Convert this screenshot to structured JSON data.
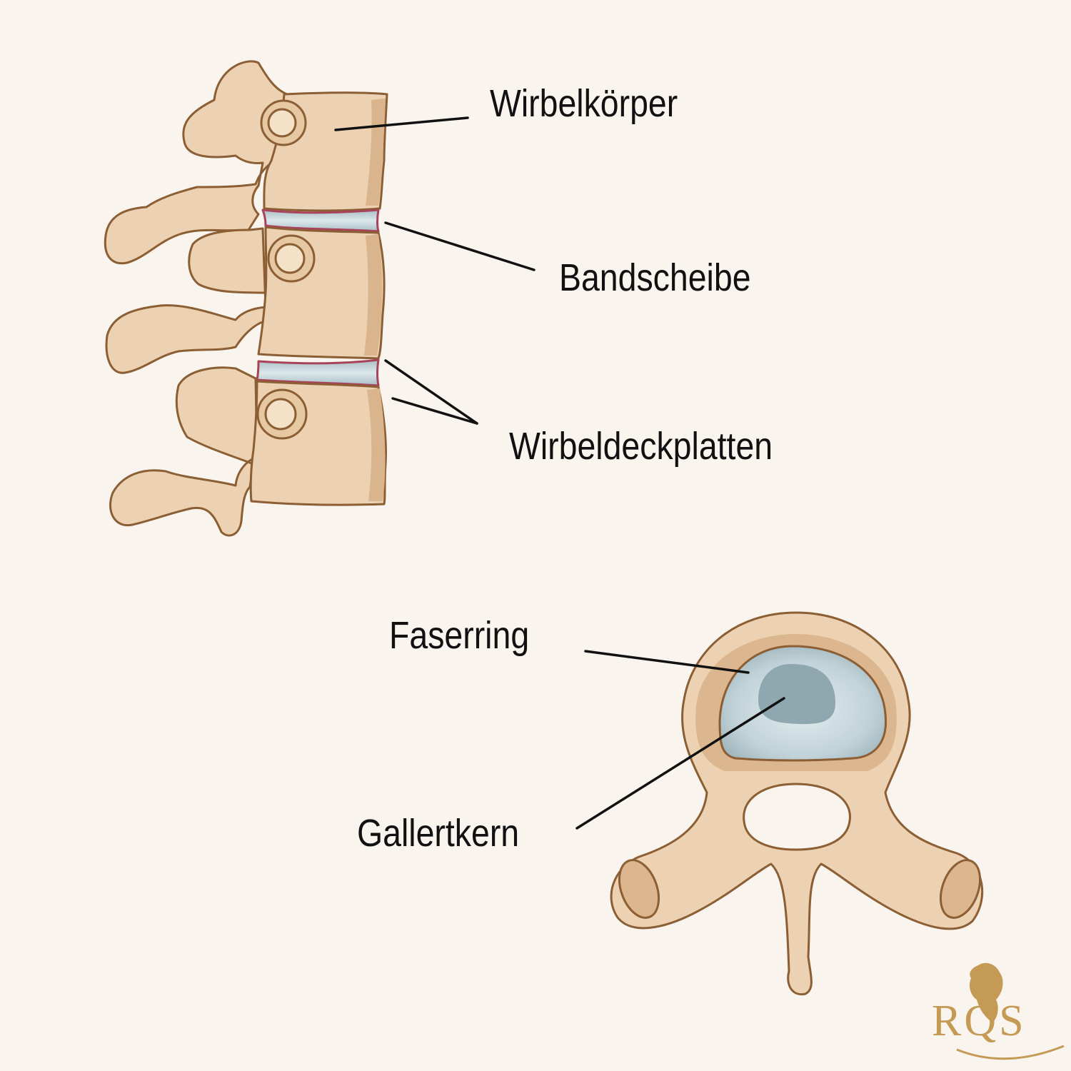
{
  "labels": {
    "wirbelkoerper": "Wirbelkörper",
    "bandscheibe": "Bandscheibe",
    "wirbeldeckplatten": "Wirbeldeckplatten",
    "faserring": "Faserring",
    "gallertkern": "Gallertkern"
  },
  "logo": {
    "text": "RQS",
    "icon": "lion-crest-icon"
  },
  "colors": {
    "background": "#f9f4ee",
    "bone": "#ecd2b2",
    "bone_highlight": "#f6e6d0",
    "bone_shadow": "#d9b48c",
    "outline": "#8b5e34",
    "disc": "#b9ccd2",
    "disc_light": "#e0ebee",
    "endplate": "#a8435a",
    "nucleus": "#8fa7ae",
    "leader_line": "#111111",
    "logo": "#c49a55"
  }
}
